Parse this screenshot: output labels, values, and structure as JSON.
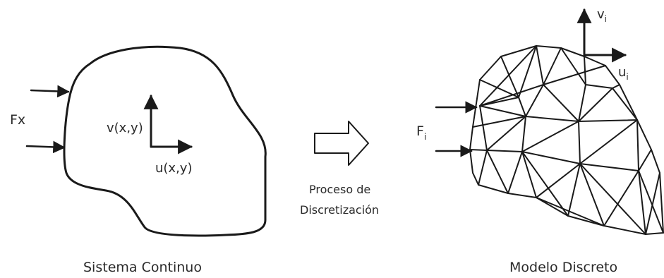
{
  "left_panel": {
    "caption": "Sistema Continuo",
    "force_label": "Fx",
    "v_label": "v(x,y)",
    "u_label": "u(x,y)"
  },
  "process": {
    "line1": "Proceso de",
    "line2": "Discretización"
  },
  "right_panel": {
    "caption": "Modelo Discreto",
    "force_label": "F",
    "force_sub": "i",
    "v_label": "v",
    "v_sub": "i",
    "u_label": "u",
    "u_sub": "i"
  }
}
